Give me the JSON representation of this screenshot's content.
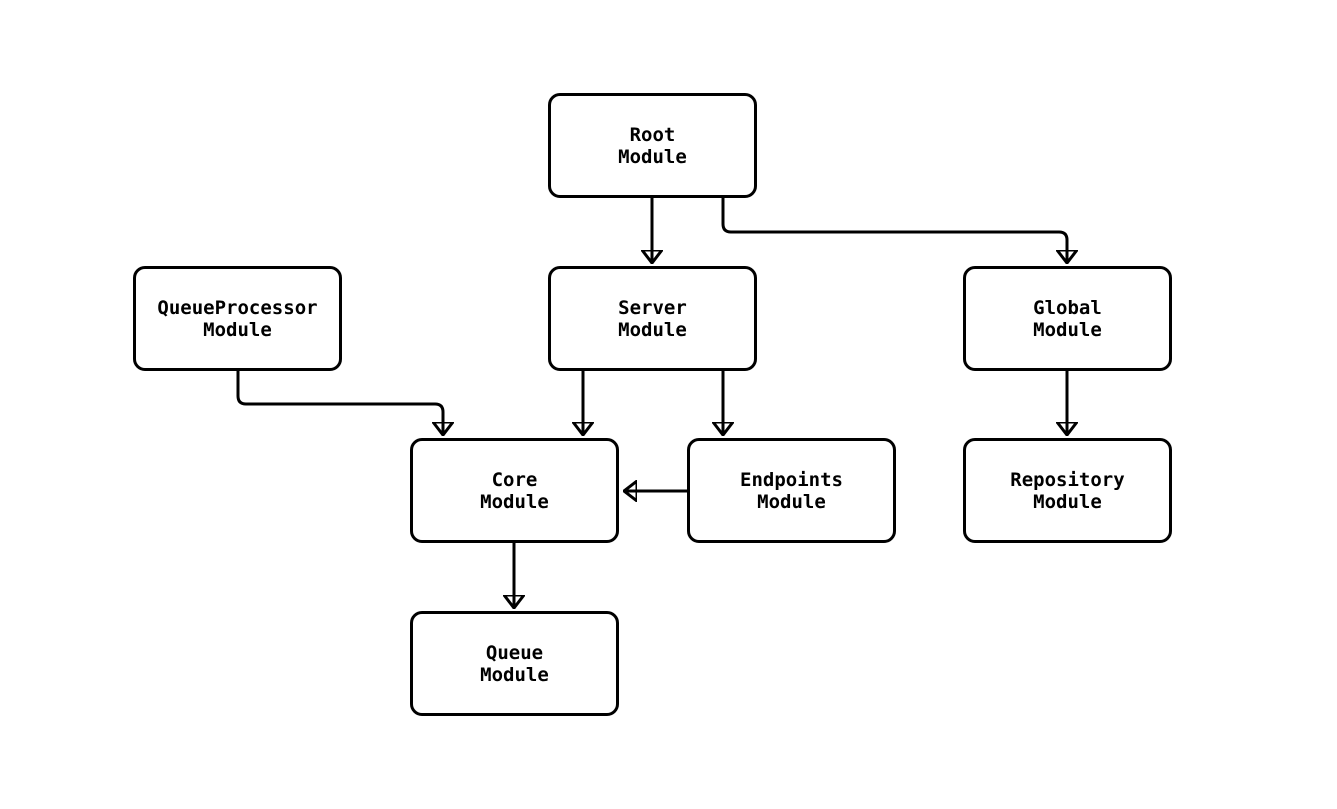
{
  "diagram": {
    "type": "flowchart",
    "background_color": "#ffffff",
    "node_fill_color": "#ffffff",
    "node_border_color": "#000000",
    "text_color": "#000000",
    "arrow_color": "#000000",
    "nodes": {
      "root": {
        "label": "Root\nModule"
      },
      "queueprocessor": {
        "label": "QueueProcessor\nModule"
      },
      "server": {
        "label": "Server\nModule"
      },
      "global": {
        "label": "Global\nModule"
      },
      "core": {
        "label": "Core\nModule"
      },
      "endpoints": {
        "label": "Endpoints\nModule"
      },
      "repository": {
        "label": "Repository\nModule"
      },
      "queue": {
        "label": "Queue\nModule"
      }
    },
    "edges": [
      {
        "from": "Root Module",
        "to": "Server Module"
      },
      {
        "from": "Root Module",
        "to": "Global Module"
      },
      {
        "from": "QueueProcessor Module",
        "to": "Core Module"
      },
      {
        "from": "Server Module",
        "to": "Core Module"
      },
      {
        "from": "Server Module",
        "to": "Endpoints Module"
      },
      {
        "from": "Endpoints Module",
        "to": "Core Module"
      },
      {
        "from": "Global Module",
        "to": "Repository Module"
      },
      {
        "from": "Core Module",
        "to": "Queue Module"
      }
    ]
  }
}
